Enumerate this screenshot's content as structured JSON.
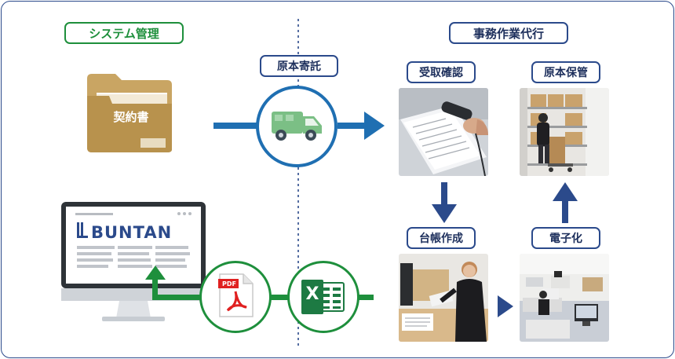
{
  "labels": {
    "system_management": "システム管理",
    "office_agency": "事務作業代行",
    "original_deposit": "原本寄託",
    "receipt_confirmation": "受取確認",
    "original_storage": "原本保管",
    "ledger_creation": "台帳作成",
    "digitization": "電子化"
  },
  "folder": {
    "label": "契約書"
  },
  "monitor": {
    "brand": "BUNTAN"
  },
  "pdf_icon": {
    "label": "PDF"
  },
  "excel_icon": {
    "letter": "X"
  },
  "colors": {
    "accent_green": "#1e8f3c",
    "accent_blue": "#1f6fb2",
    "navy": "#2b4a8b",
    "folder": "#c9a563",
    "truck": "#7bbf85"
  }
}
